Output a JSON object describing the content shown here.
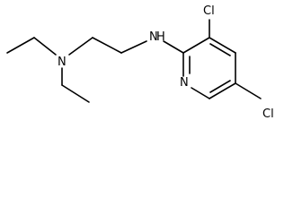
{
  "molecule": {
    "atoms": {
      "n_amine": "N",
      "n_amino": "N",
      "h_amino": "H",
      "cl_3": "Cl",
      "n_ring": "N",
      "cl_5": "Cl"
    }
  }
}
